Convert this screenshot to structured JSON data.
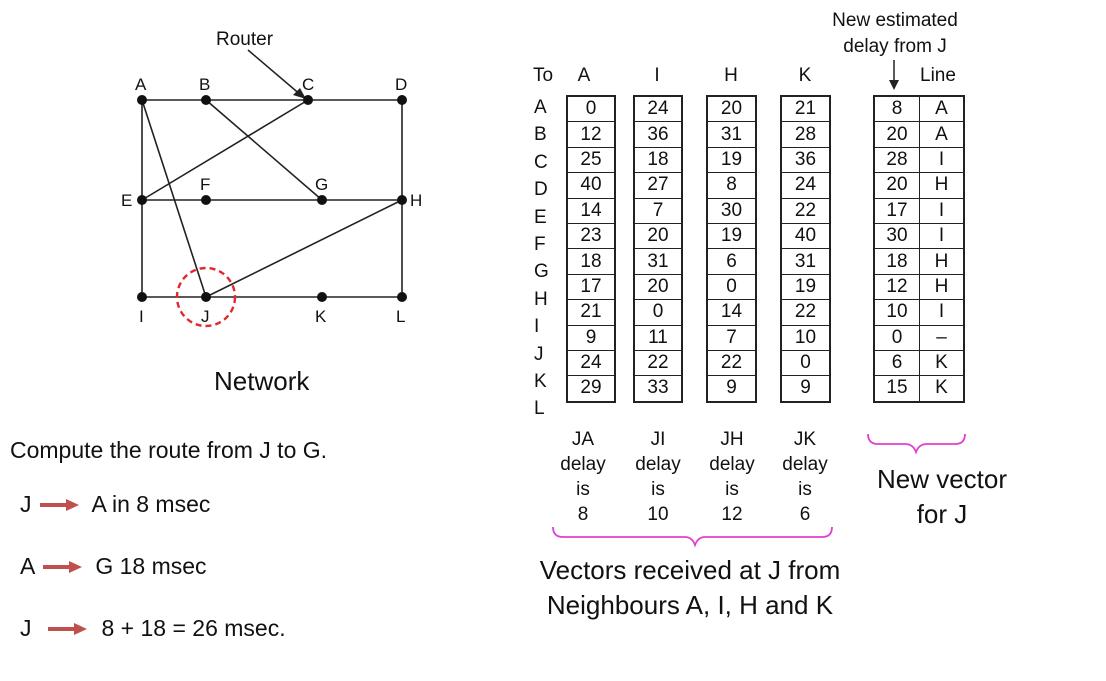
{
  "network": {
    "router_label": "Router",
    "caption": "Network",
    "nodes": [
      "A",
      "B",
      "C",
      "D",
      "E",
      "F",
      "G",
      "H",
      "I",
      "J",
      "K",
      "L"
    ]
  },
  "question": "Compute the route from J to G.",
  "steps": [
    {
      "from": "J",
      "text": "A in 8 msec"
    },
    {
      "from": "A",
      "text": "G 18 msec"
    },
    {
      "from": "J",
      "text": "8 + 18 = 26 msec."
    }
  ],
  "table": {
    "to_header": "To",
    "row_labels": [
      "A",
      "B",
      "C",
      "D",
      "E",
      "F",
      "G",
      "H",
      "I",
      "J",
      "K",
      "L"
    ],
    "vectors": [
      {
        "header": "A",
        "values": [
          "0",
          "12",
          "25",
          "40",
          "14",
          "23",
          "18",
          "17",
          "21",
          "9",
          "24",
          "29"
        ],
        "delay_lines": [
          "JA",
          "delay",
          "is",
          "8"
        ]
      },
      {
        "header": "I",
        "values": [
          "24",
          "36",
          "18",
          "27",
          "7",
          "20",
          "31",
          "20",
          "0",
          "11",
          "22",
          "33"
        ],
        "delay_lines": [
          "JI",
          "delay",
          "is",
          "10"
        ]
      },
      {
        "header": "H",
        "values": [
          "20",
          "31",
          "19",
          "8",
          "30",
          "19",
          "6",
          "0",
          "14",
          "7",
          "22",
          "9"
        ],
        "delay_lines": [
          "JH",
          "delay",
          "is",
          "12"
        ]
      },
      {
        "header": "K",
        "values": [
          "21",
          "28",
          "36",
          "24",
          "22",
          "40",
          "31",
          "19",
          "22",
          "10",
          "0",
          "9"
        ],
        "delay_lines": [
          "JK",
          "delay",
          "is",
          "6"
        ]
      }
    ],
    "new_vector": {
      "note_lines": [
        "New estimated",
        "delay from J"
      ],
      "line_header": "Line",
      "delays": [
        "8",
        "20",
        "28",
        "20",
        "17",
        "30",
        "18",
        "12",
        "10",
        "0",
        "6",
        "15"
      ],
      "lines": [
        "A",
        "A",
        "I",
        "H",
        "I",
        "I",
        "H",
        "H",
        "I",
        "–",
        "K",
        "K"
      ],
      "label_lines": [
        "New vector",
        "for J"
      ]
    },
    "received_label_lines": [
      "Vectors received at J from",
      "Neighbours A, I, H and K"
    ]
  },
  "colors": {
    "highlight_circle": "#e0282e",
    "brace": "#e040d0",
    "step_arrow": "#c0504d"
  }
}
